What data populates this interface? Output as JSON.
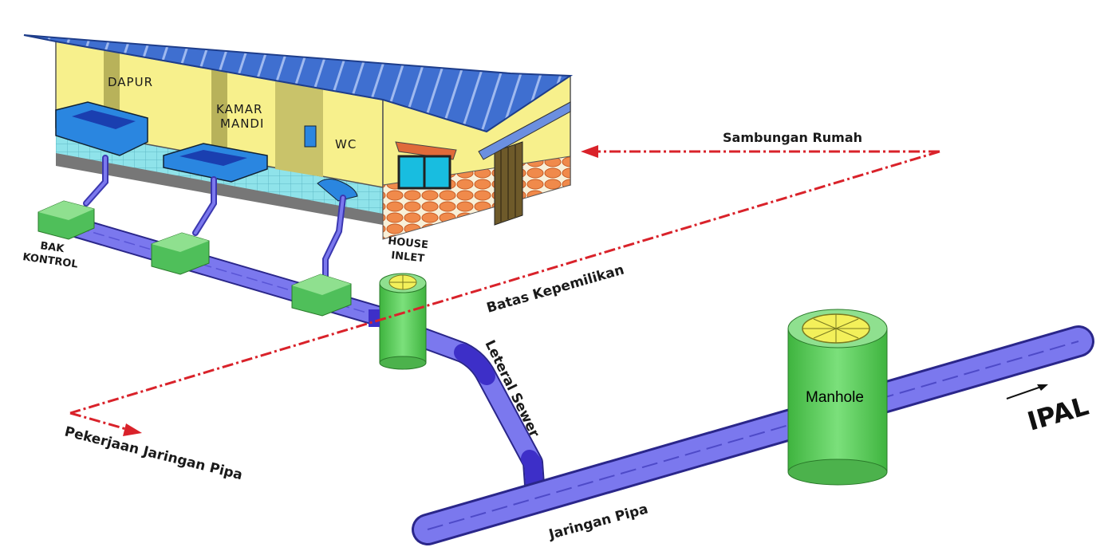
{
  "rooms": {
    "dapur": "DAPUR",
    "kamar_mandi_1": "KAMAR",
    "kamar_mandi_2": "MANDI",
    "wc": "WC"
  },
  "labels": {
    "bak_kontrol_1": "BAK",
    "bak_kontrol_2": "KONTROL",
    "house_inlet_1": "HOUSE",
    "house_inlet_2": "INLET",
    "sambungan_rumah": "Sambungan Rumah",
    "batas_kepemilikan": "Batas Kepemilikan",
    "leteral_sewer": "Leteral Sewer",
    "pekerjaan_jaringan_pipa": "Pekerjaan Jaringan Pipa",
    "jaringan_pipa": "Jaringan Pipa",
    "manhole": "Manhole",
    "ipal": "IPAL"
  },
  "colors": {
    "roof": "#3f6fd0",
    "wall": "#f7f08c",
    "pipe": "#7b78ee",
    "tank": "#5fd35f",
    "lid": "#f3f05a",
    "arrow": "#d9222a",
    "floor": "#8fe3ea",
    "brick": "#f08a4b"
  }
}
